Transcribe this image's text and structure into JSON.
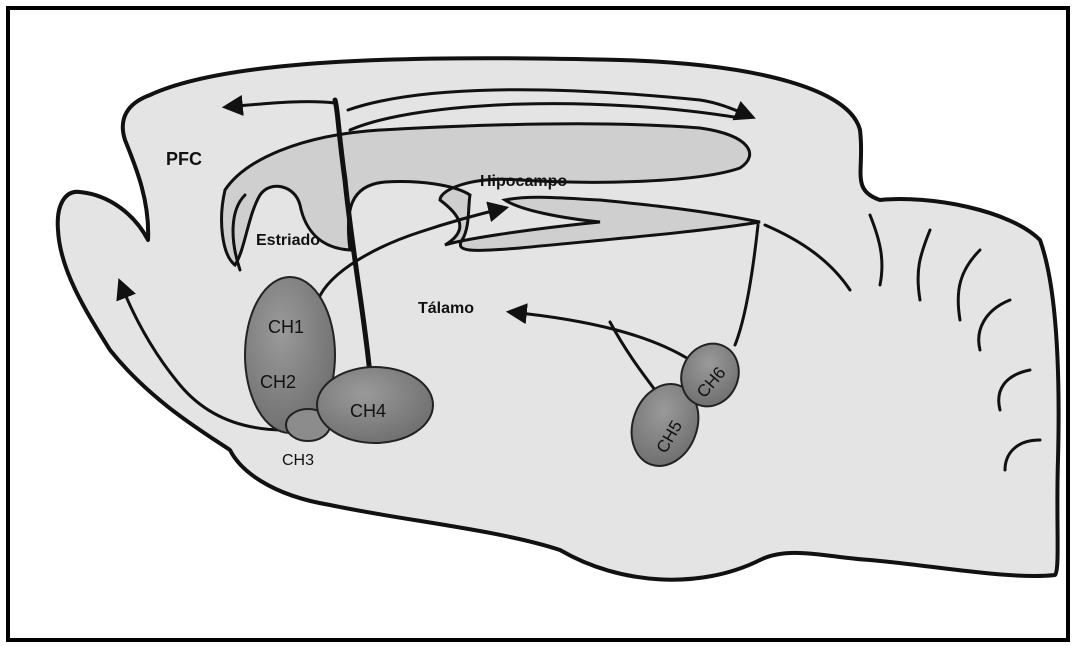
{
  "labels": {
    "pfc": "PFC",
    "hipocampo": "Hipocampo",
    "estriado": "Estriado",
    "talamo": "Tálamo",
    "ch1": "CH1",
    "ch2": "CH2",
    "ch3": "CH3",
    "ch4": "CH4",
    "ch5": "CH5",
    "ch6": "CH6"
  },
  "colors": {
    "brain_fill": "#e4e4e4",
    "region_fill": "#cfcfcf",
    "nucleus_dark": "#7a7a7a",
    "nucleus_light": "#9a9a9a",
    "outline": "#111111"
  }
}
